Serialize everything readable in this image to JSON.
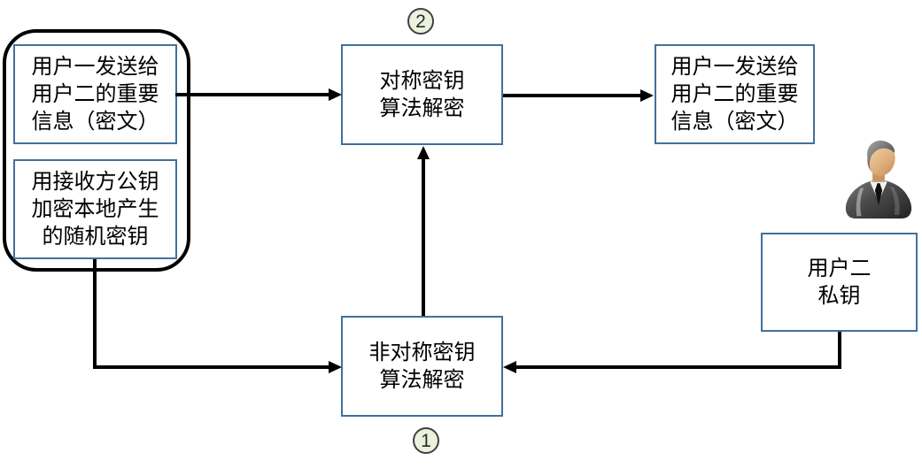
{
  "diagram": {
    "kind": "flowchart",
    "language": "zh-CN",
    "topic": "hybrid encryption message decryption flow",
    "group_sent_package": {
      "description": "rounded container holding received ciphertext package"
    },
    "nodes": {
      "msg_left": {
        "text": "用户一发送给\n用户二的重要\n信息（密文）"
      },
      "key_left": {
        "text": "用接收方公钥\n加密本地产生\n的随机密钥"
      },
      "sym": {
        "text": "对称密钥\n算法解密"
      },
      "msg_right": {
        "text": "用户一发送给\n用户二的重要\n信息（密文）"
      },
      "priv": {
        "text": "用户二\n私钥"
      },
      "asym": {
        "text": "非对称密钥\n算法解密"
      }
    },
    "steps": {
      "step1": {
        "label": "1"
      },
      "step2": {
        "label": "2"
      }
    },
    "arrows": [
      {
        "id": "msg-left-to-sym",
        "from": "msg_left",
        "to": "sym",
        "shape": "straight"
      },
      {
        "id": "sym-to-msg-right",
        "from": "sym",
        "to": "msg_right",
        "shape": "straight"
      },
      {
        "id": "asym-to-sym",
        "from": "asym",
        "to": "sym",
        "shape": "straight-up"
      },
      {
        "id": "key-left-to-asym",
        "from": "key_left",
        "to": "asym",
        "shape": "elbow-down-right"
      },
      {
        "id": "priv-to-asym",
        "from": "priv",
        "to": "asym",
        "shape": "elbow-down-left"
      }
    ],
    "colors": {
      "node_border": "#41719c",
      "node_fill": "#ffffff",
      "group_border": "#000000",
      "arrow": "#000000",
      "badge_fill": "#eaf1dc",
      "badge_border": "#404040",
      "text": "#000000"
    }
  }
}
